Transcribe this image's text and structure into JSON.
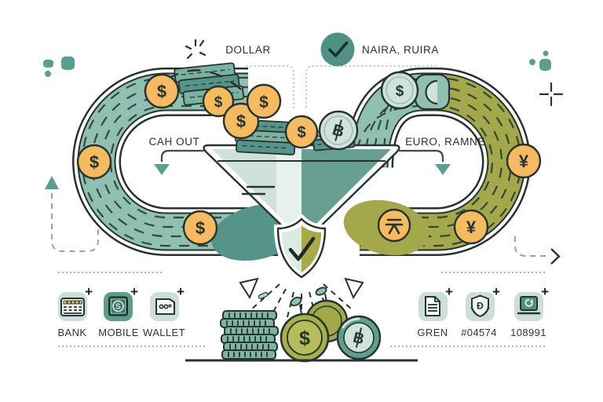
{
  "top_labels": {
    "dollar": "DOLLAR",
    "naira": "NAIRA, RUIRA"
  },
  "flow_labels": {
    "cash_out": "CAH OUT",
    "euro": "EURO, RAMNE"
  },
  "coins": {
    "left_track": [
      {
        "symbol": "$"
      },
      {
        "symbol": "$"
      },
      {
        "symbol": "$"
      }
    ],
    "inflow": [
      {
        "symbol": "$"
      },
      {
        "symbol": "$"
      },
      {
        "symbol": "$"
      },
      {
        "symbol": "$"
      }
    ],
    "inflow_crypto": {
      "symbol": "B"
    },
    "right_track_dollar": {
      "symbol": "$"
    },
    "right_track": [
      {
        "symbol": "¥"
      },
      {
        "symbol": "¥"
      }
    ],
    "pile_dollar": {
      "symbol": "$"
    },
    "pile_crypto": {
      "symbol": "B"
    }
  },
  "tiles_left": [
    {
      "label": "BANK",
      "badge": "+",
      "icon": "bank-card-icon"
    },
    {
      "label": "MOBILE",
      "badge": "+",
      "icon": "mobile-exchange-icon"
    },
    {
      "label": "WALLET",
      "badge": "+",
      "icon": "wallet-icon"
    }
  ],
  "tiles_right": [
    {
      "label": "GREN",
      "badge": "+",
      "icon": "document-icon"
    },
    {
      "label": "#04574",
      "badge": "+",
      "icon": "shield-currency-icon"
    },
    {
      "label": "108991",
      "badge": "+",
      "icon": "laptop-sync-icon"
    }
  ],
  "colors": {
    "teal_track": "#8fc0b1",
    "teal_dark": "#4f9184",
    "mint": "#cfe2db",
    "olive": "#a3a94a",
    "coin_orange": "#f6ba61",
    "ink": "#26332e"
  }
}
